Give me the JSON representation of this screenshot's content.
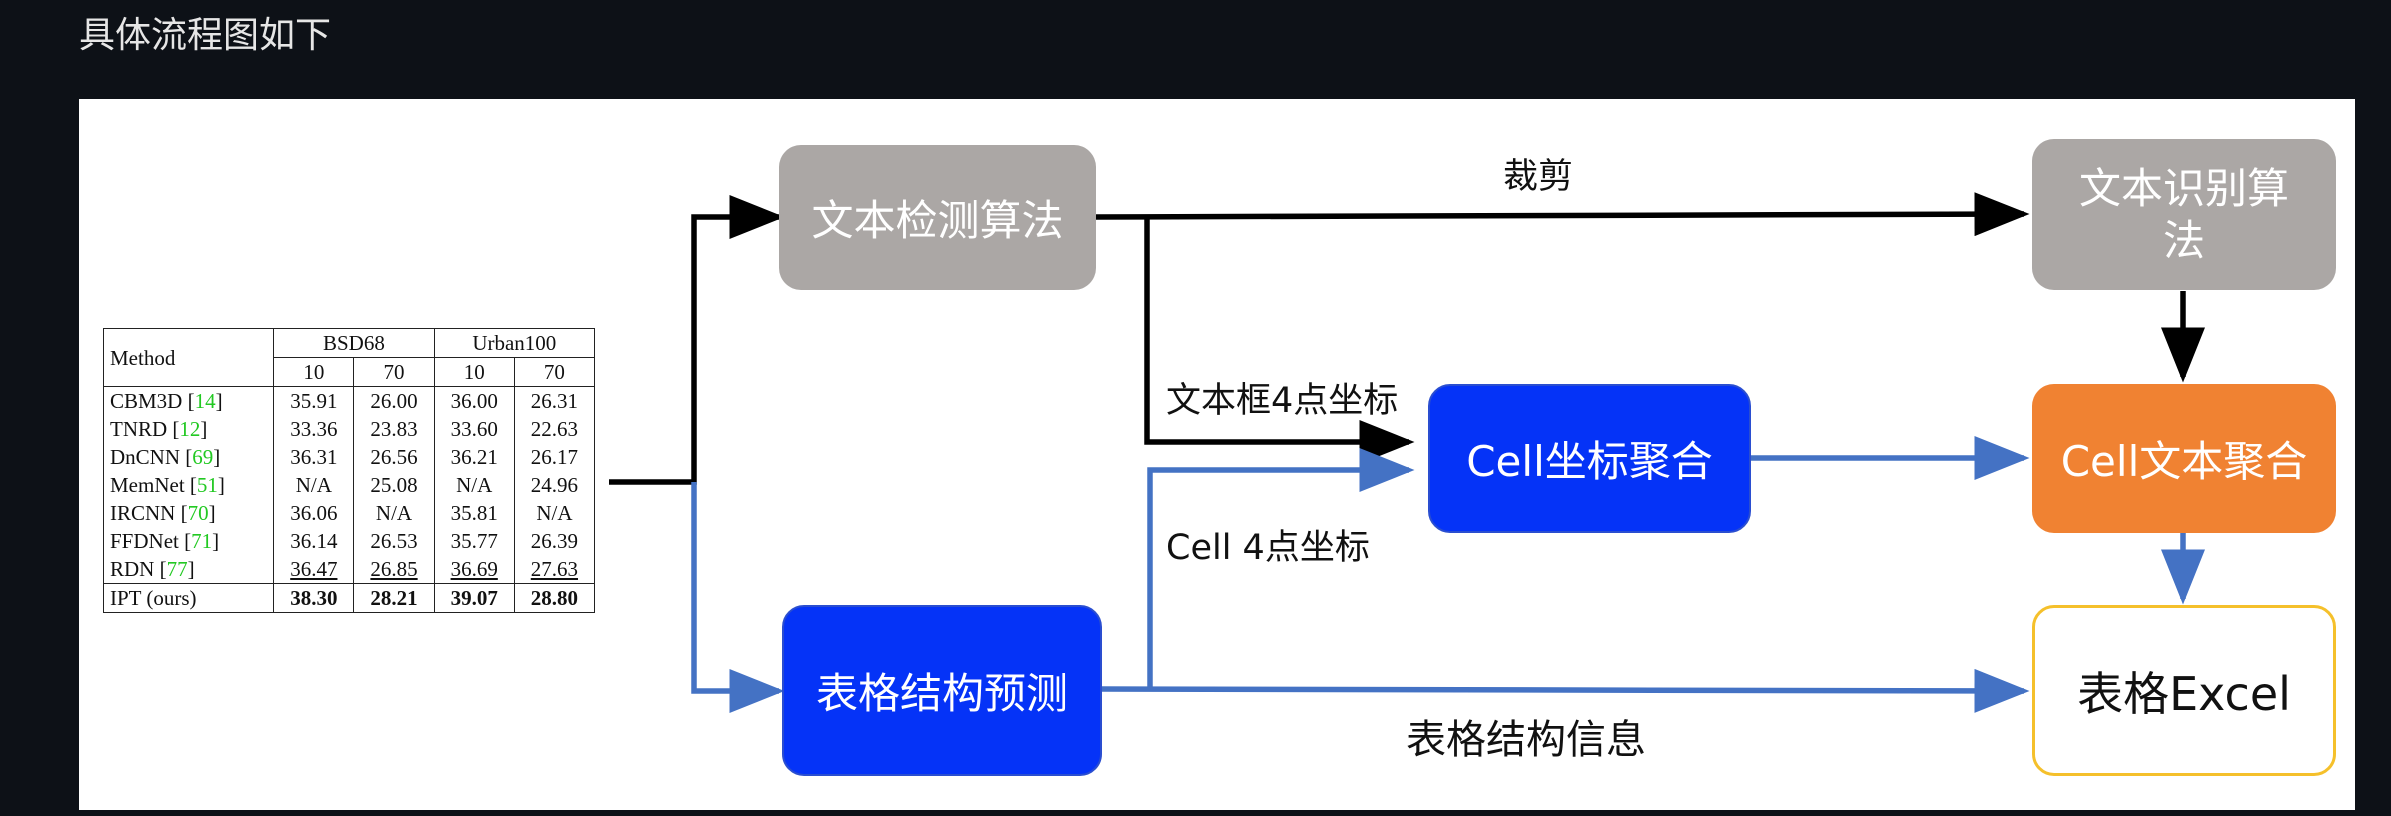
{
  "heading": "具体流程图如下",
  "table": {
    "header": {
      "method": "Method",
      "group1": "BSD68",
      "group2": "Urban100",
      "sub": [
        "10",
        "70",
        "10",
        "70"
      ]
    },
    "rows": [
      {
        "name": "CBM3D",
        "ref": "14",
        "v": [
          "35.91",
          "26.00",
          "36.00",
          "26.31"
        ]
      },
      {
        "name": "TNRD",
        "ref": "12",
        "v": [
          "33.36",
          "23.83",
          "33.60",
          "22.63"
        ]
      },
      {
        "name": "DnCNN",
        "ref": "69",
        "v": [
          "36.31",
          "26.56",
          "36.21",
          "26.17"
        ]
      },
      {
        "name": "MemNet",
        "ref": "51",
        "v": [
          "N/A",
          "25.08",
          "N/A",
          "24.96"
        ]
      },
      {
        "name": "IRCNN",
        "ref": "70",
        "v": [
          "36.06",
          "N/A",
          "35.81",
          "N/A"
        ]
      },
      {
        "name": "FFDNet",
        "ref": "71",
        "v": [
          "36.14",
          "26.53",
          "35.77",
          "26.39"
        ]
      },
      {
        "name": "RDN",
        "ref": "77",
        "v": [
          "36.47",
          "26.85",
          "36.69",
          "27.63"
        ]
      }
    ],
    "ours": {
      "name": "IPT (ours)",
      "v": [
        "38.30",
        "28.21",
        "39.07",
        "28.80"
      ]
    }
  },
  "nodes": {
    "text_detect": "文本检测算法",
    "text_recog": "文本识别算法",
    "cell_coord": "Cell坐标聚合",
    "cell_text": "Cell文本聚合",
    "table_struct": "表格结构预测",
    "excel": "表格Excel"
  },
  "edge_labels": {
    "crop": "裁剪",
    "box4": "文本框4点坐标",
    "cell4": "Cell 4点坐标",
    "struct_info": "表格结构信息"
  },
  "colors": {
    "black_arrow": "#000000",
    "blue_arrow": "#4472c4"
  }
}
